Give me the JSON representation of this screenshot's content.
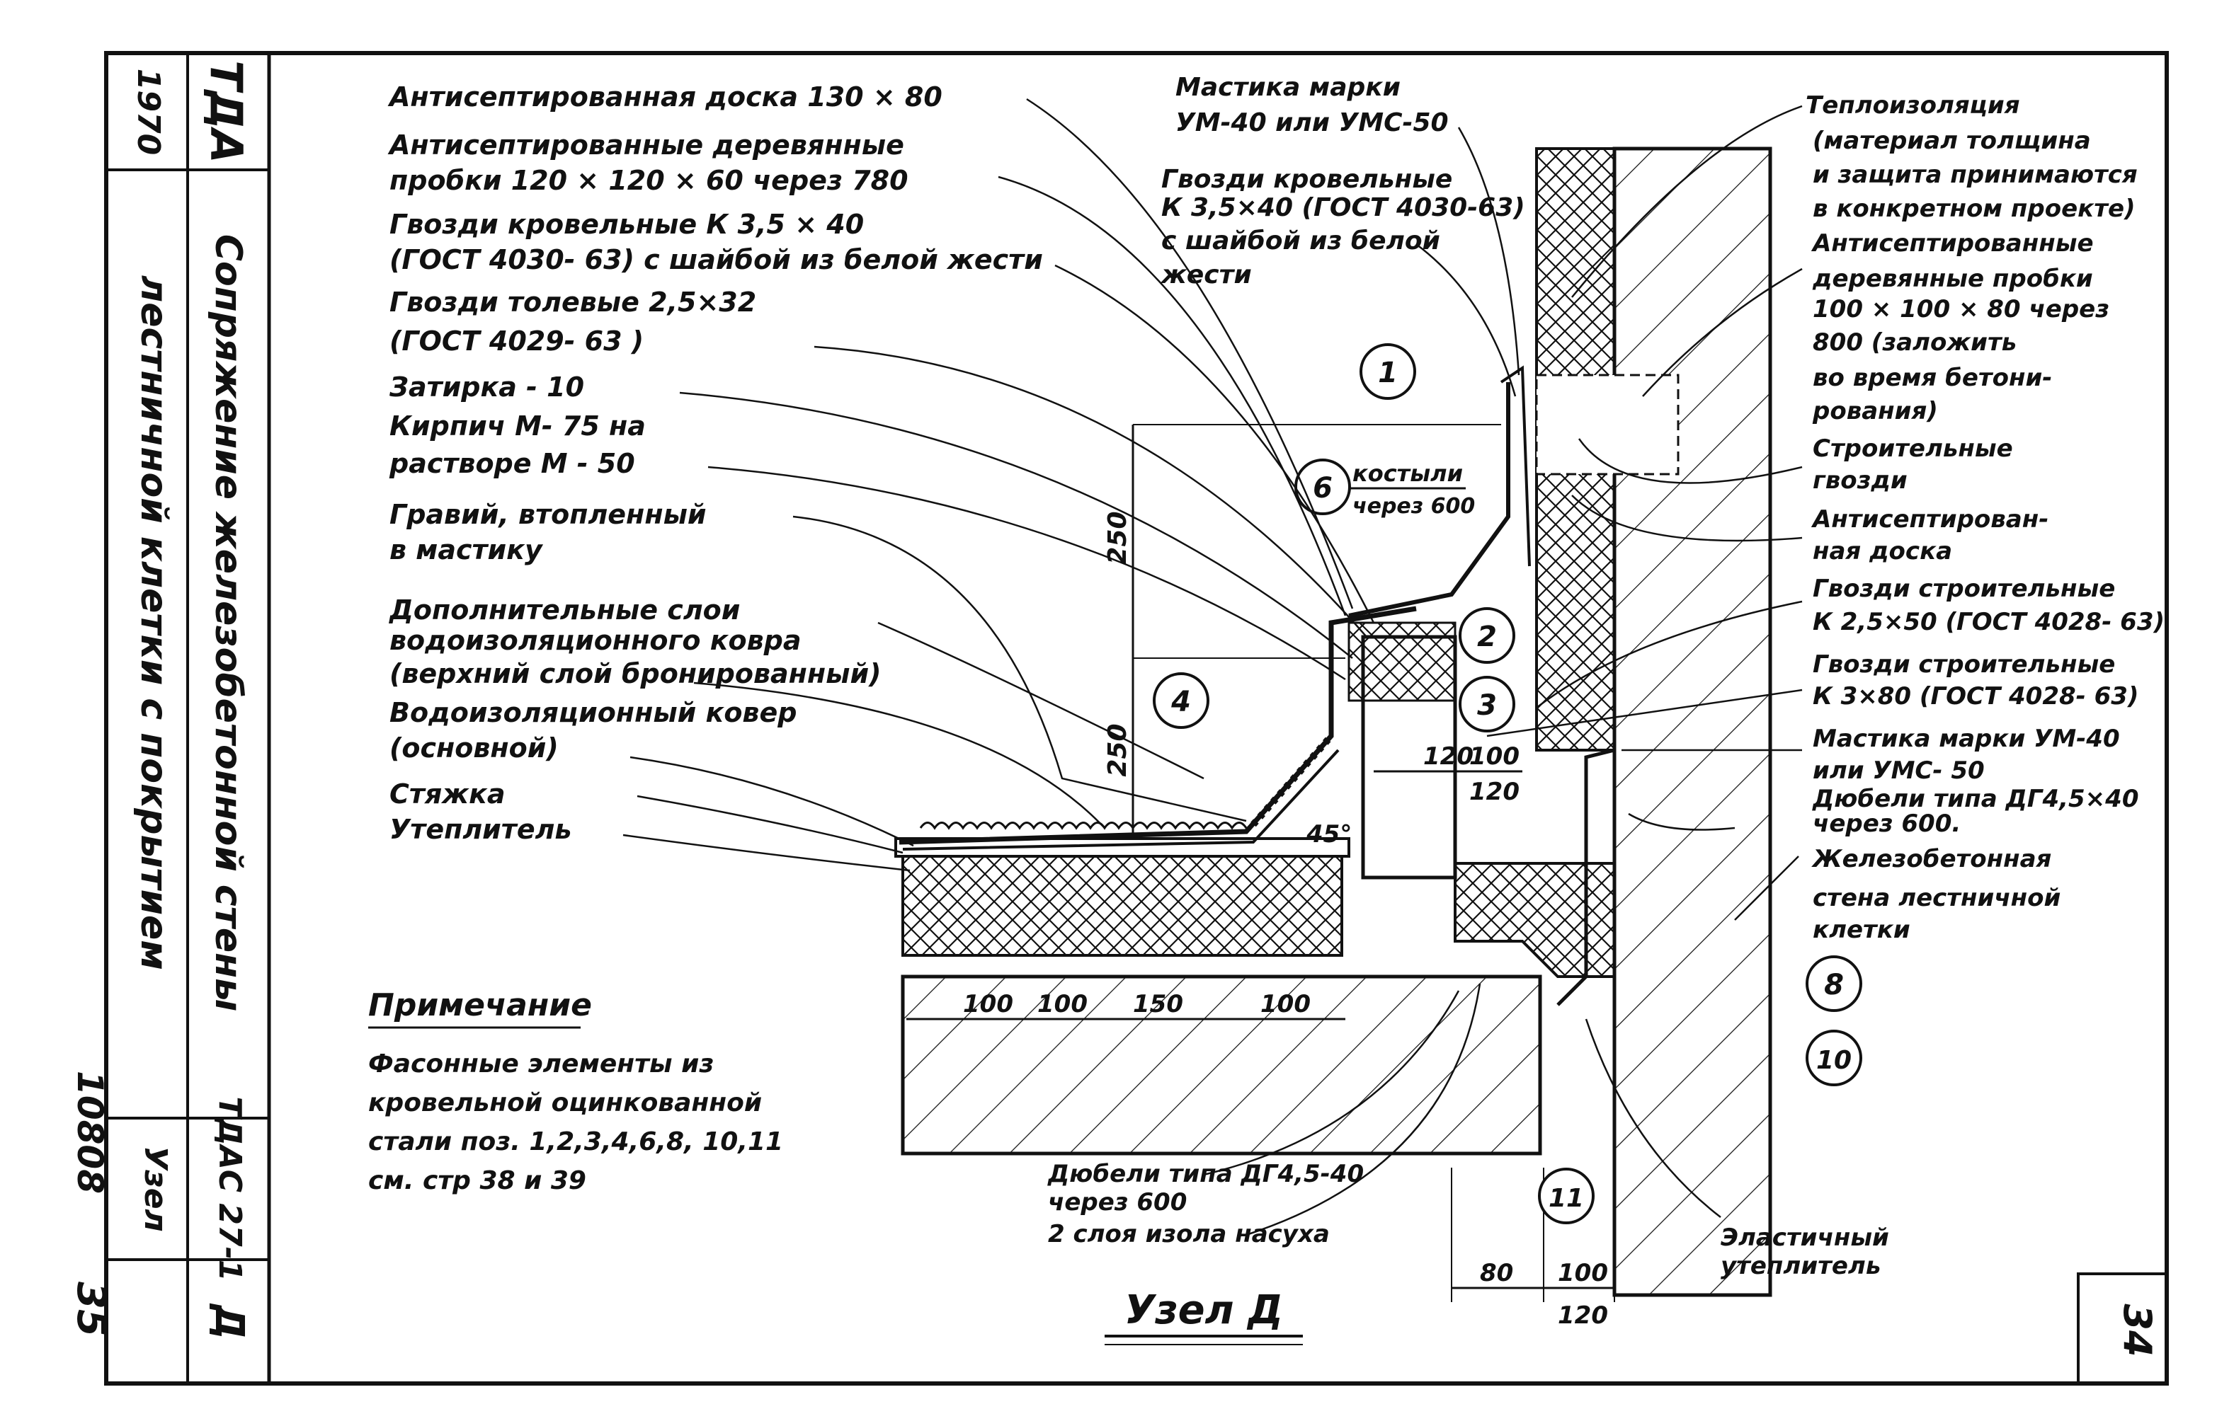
{
  "stamp": {
    "org": "ТДА",
    "year": "1970",
    "title_line1": "Сопряжение железобетонной стены",
    "title_line2": "лестничной клетки с покрытием",
    "series": "ТДАС 27-1",
    "node_word": "Узел",
    "node_letter": "Д",
    "bottom_code": "10808",
    "bottom_num": "35"
  },
  "page_number": "34",
  "caption": "Узел Д",
  "note": {
    "title": "Примечание",
    "lines": [
      "Фасонные элементы из",
      "кровельной оцинкованной",
      "стали поз. 1,2,3,4,6,8, 10,11",
      "см. стр 38 и 39"
    ]
  },
  "labels_left": [
    "Антисептированная доска 130 × 80",
    "Антисептированные деревянные",
    "пробки 120 × 120 × 60 через 780",
    "Гвозди кровельные К 3,5 × 40",
    "(ГОСТ 4030- 63) с шайбой из белой жести",
    "Гвозди толевые 2,5×32",
    "(ГОСТ 4029- 63 )",
    "Затирка - 10",
    "Кирпич М- 75 на",
    "растворе М - 50",
    "Гравий, втопленный",
    "в мастику",
    "Дополнительные слои",
    "водоизоляционного ковра",
    "(верхний слой бронированный)",
    "Водоизоляционный ковер",
    "(основной)",
    "Стяжка",
    "Утеплитель"
  ],
  "labels_top": [
    "Мастика марки",
    "УМ-40 или УМС-50",
    "Гвозди кровельные",
    "К 3,5×40 (ГОСТ 4030-63)",
    "с шайбой из белой",
    "жести"
  ],
  "labels_right": [
    "Теплоизоляция",
    "(материал толщина",
    "и защита принимаются",
    "в конкретном проекте)",
    "Антисептированные",
    "деревянные пробки",
    "100 × 100 × 80 через",
    "800 (заложить",
    "во время бетони-",
    "рования)",
    "Строительные",
    "гвозди",
    "Антисептирован-",
    "ная доска",
    "Гвозди строительные",
    "К 2,5×50 (ГОСТ 4028- 63)",
    "Гвозди строительные",
    "К 3×80 (ГОСТ 4028- 63)",
    "Мастика марки УМ-40",
    "или УМС- 50",
    "Дюбели типа ДГ4,5×40",
    "через 600.",
    "Железобетонная",
    "стена лестничной",
    "клетки"
  ],
  "labels_bottom": [
    "Дюбели типа ДГ4,5-40",
    "через 600",
    "2 слоя изола насуха"
  ],
  "elastic": [
    "Эластичный",
    "утеплитель"
  ],
  "kostyli": [
    "костыли",
    "через 600"
  ],
  "markers": [
    "1",
    "2",
    "3",
    "4",
    "6",
    "8",
    "10",
    "11"
  ],
  "dims": {
    "h250a": "250",
    "h250b": "250",
    "d120": "120",
    "d100": "100",
    "d120b": "120",
    "b100a": "100",
    "b100b": "100",
    "b150": "150",
    "b100c": "100",
    "w80": "80",
    "w100": "100",
    "w120": "120",
    "angle": "45°"
  }
}
